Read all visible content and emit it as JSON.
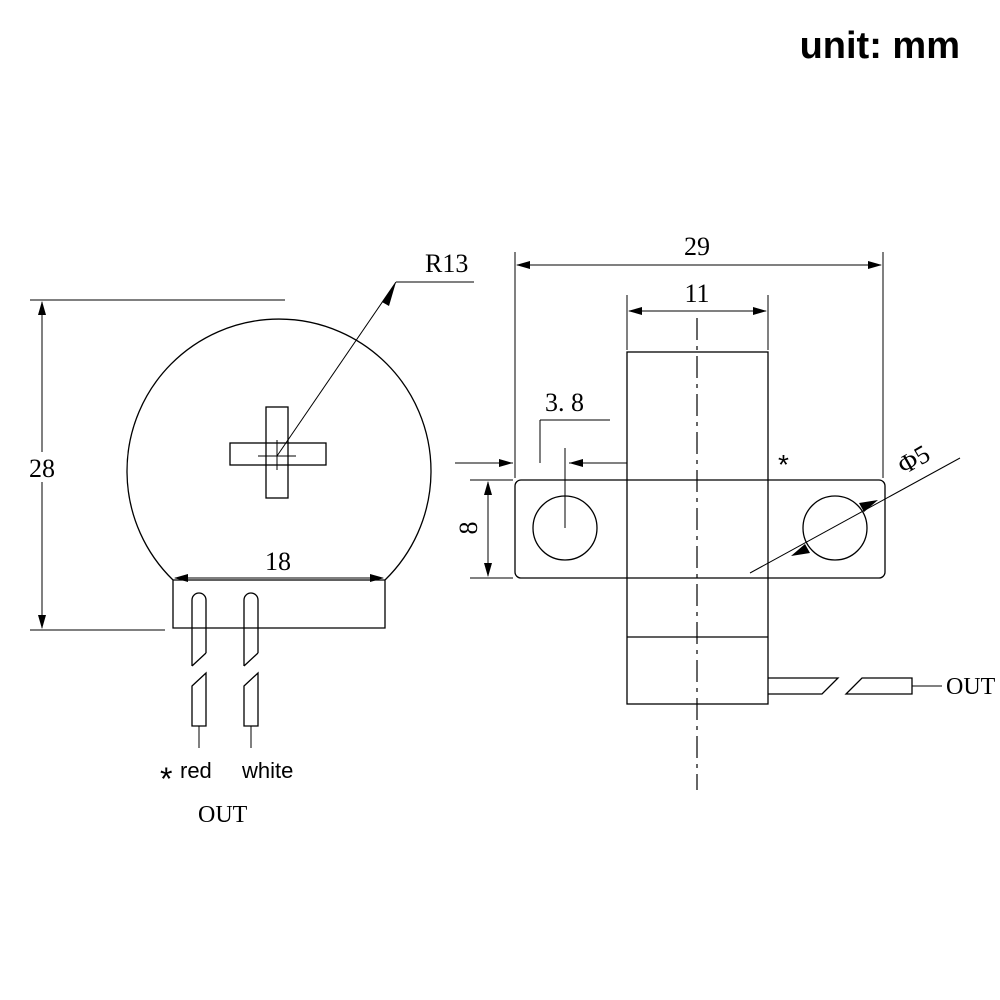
{
  "unit_label": "unit: mm",
  "front_view": {
    "radius_label": "R13",
    "height_label": "28",
    "base_width_label": "18",
    "wire_marker": "*",
    "wire1_label": "red",
    "wire2_label": "white",
    "out_label": "OUT"
  },
  "side_view": {
    "total_width_label": "29",
    "body_width_label": "11",
    "tab_offset_label": "3. 8",
    "tab_height_label": "8",
    "hole_label": "Φ5",
    "marker": "*",
    "out_label": "OUT"
  }
}
